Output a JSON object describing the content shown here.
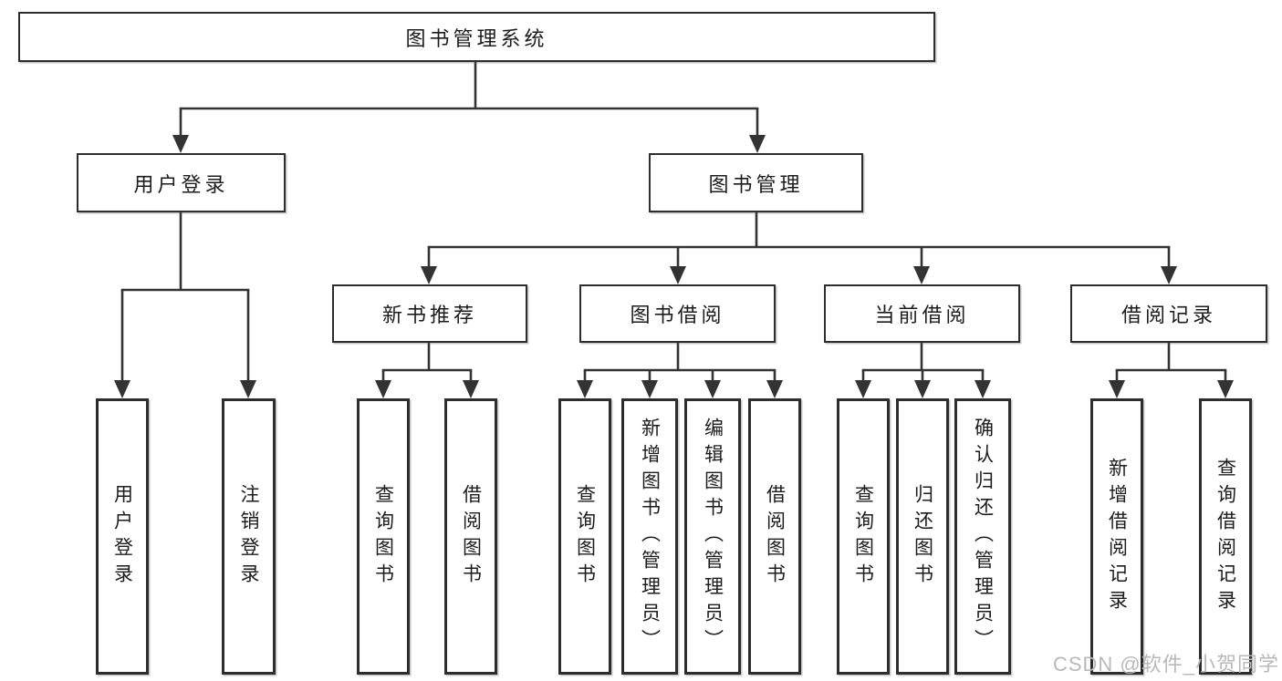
{
  "tree": {
    "root": {
      "label": "图书管理系统"
    },
    "branches": [
      {
        "label": "用户登录",
        "children": [
          "用户登录",
          "注销登录"
        ]
      },
      {
        "label": "图书管理",
        "sections": [
          {
            "label": "新书推荐",
            "children": [
              "查询图书",
              "借阅图书"
            ]
          },
          {
            "label": "图书借阅",
            "children": [
              "查询图书",
              "新增图书（管理员）",
              "编辑图书（管理员）",
              "借阅图书"
            ]
          },
          {
            "label": "当前借阅",
            "children": [
              "查询图书",
              "归还图书",
              "确认归还（管理员）"
            ]
          },
          {
            "label": "借阅记录",
            "children": [
              "新增借阅记录",
              "查询借阅记录"
            ]
          }
        ]
      }
    ]
  },
  "watermark": {
    "text": "CSDN @软件_小贺同学"
  },
  "colors": {
    "line": "#333333",
    "box_border": "#2d2d2d",
    "box_bg": "#ffffff",
    "text": "#1c1c1c",
    "watermark": "#b9b9b9",
    "background": "#ffffff"
  }
}
